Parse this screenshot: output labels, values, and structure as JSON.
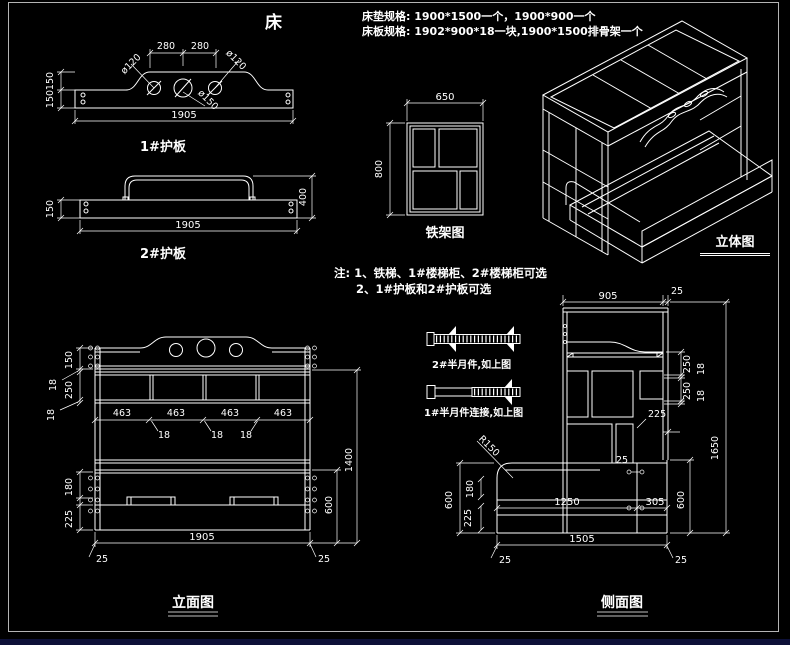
{
  "window": {
    "background": "#000000",
    "line_color": "#ffffff",
    "frame_border_color": "#b4b4b4",
    "taskbar_color": "#0d1038"
  },
  "header": {
    "title": "床",
    "spec_line1": "床垫规格: 1900*1500一个，1900*900一个",
    "spec_line2": "床板规格: 1902*900*18一块,1900*1500排骨架一个"
  },
  "notes": {
    "line1": "注: 1、铁梯、1#楼梯柜、2#楼梯柜可选",
    "line2": "2、1#护板和2#护板可选"
  },
  "guard1": {
    "label": "1#护板",
    "dim_280a": "280",
    "dim_280b": "280",
    "dia_left": "ø120",
    "dia_right": "ø120",
    "dia_center": "ø150",
    "dim_150_top": "150",
    "dim_150_bottom": "150",
    "dim_width": "1905"
  },
  "guard2": {
    "label": "2#护板",
    "dim_150": "150",
    "dim_400": "400",
    "dim_width": "1905"
  },
  "iron_frame": {
    "label": "铁架图",
    "dim_width": "650",
    "dim_height": "800"
  },
  "iso": {
    "label": "立体图"
  },
  "fasteners": {
    "label1": "2#半月件,如上图",
    "label2": "1#半月件连接,如上图"
  },
  "front": {
    "label": "立面图",
    "dim_463": [
      "463",
      "463",
      "463",
      "463"
    ],
    "dim_18": [
      "18",
      "18",
      "18"
    ],
    "left": {
      "d150": "150",
      "d18a": "18",
      "d250": "250",
      "d18b": "18",
      "d180": "180",
      "d225": "225"
    },
    "right": {
      "d1400": "1400",
      "d600": "600"
    },
    "bottom": {
      "d1905": "1905",
      "d25l": "25",
      "d25r": "25"
    }
  },
  "side": {
    "label": "侧面图",
    "top": {
      "d905": "905",
      "d25": "25"
    },
    "right": {
      "d250a": "250",
      "d18a": "18",
      "d250b": "250",
      "d18b": "18",
      "d225": "225",
      "d25": "25",
      "d600": "600",
      "d1650": "1650"
    },
    "left": {
      "d600": "600",
      "d180": "180",
      "d225": "225",
      "r150": "R150"
    },
    "bottom": {
      "d1250": "1250",
      "d305": "305",
      "d1505": "1505",
      "d25l": "25",
      "d25r": "25"
    }
  }
}
